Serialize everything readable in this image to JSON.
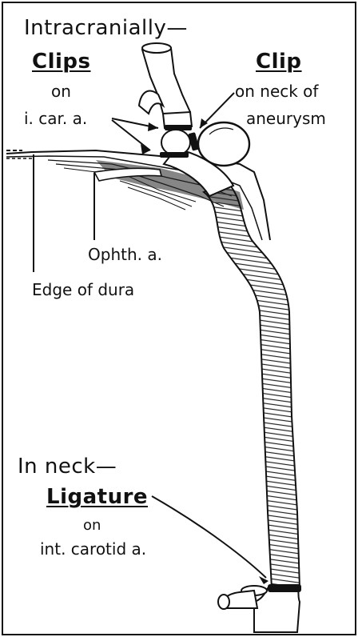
{
  "labels": {
    "intracranially": "Intracranially—",
    "clips": "Clips",
    "clips_on": "on",
    "clips_target": "i. car. a.",
    "clip": "Clip",
    "clip_target_1": "on neck of",
    "clip_target_2": "aneurysm",
    "ophth": "Ophth. a.",
    "dura": "Edge of dura",
    "in_neck": "In neck—",
    "ligature": "Ligature",
    "ligature_on": "on",
    "ligature_target": "int. carotid a."
  },
  "colors": {
    "ink": "#111111",
    "paper": "#ffffff"
  }
}
